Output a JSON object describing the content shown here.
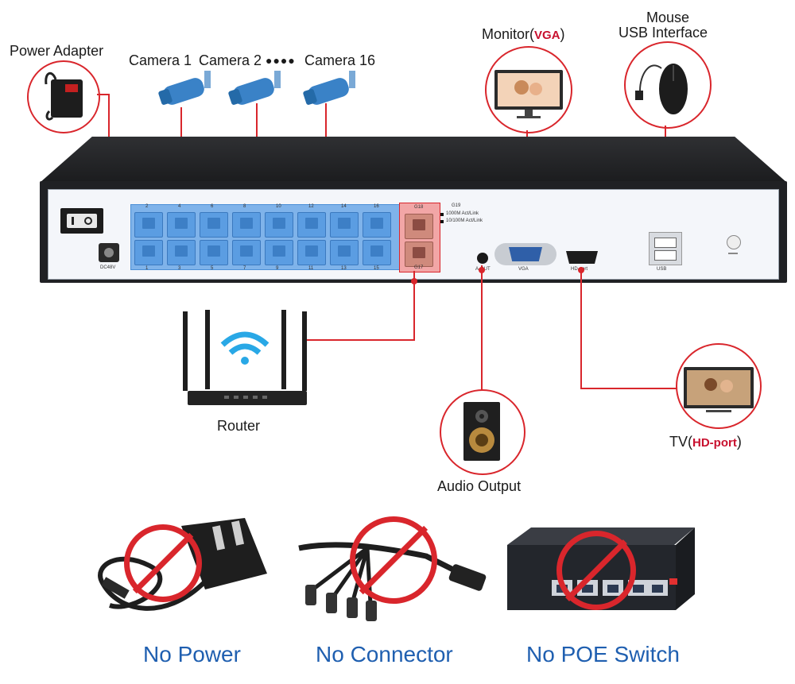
{
  "labels": {
    "power_adapter": "Power Adapter",
    "camera_1": "Camera 1",
    "camera_2": "Camera 2",
    "camera_dots": "●●●●",
    "camera_16": "Camera 16",
    "monitor": "Monitor(",
    "monitor_tag": "VGA",
    "monitor_close": ")",
    "mouse_line1": "Mouse",
    "mouse_line2": "USB Interface",
    "router": "Router",
    "audio_output": "Audio Output",
    "tv": "TV(",
    "tv_tag": "HD-port",
    "tv_close": ")"
  },
  "panel": {
    "dc_label": "DC48V",
    "port_numbers_top": [
      "2",
      "4",
      "6",
      "8",
      "10",
      "12",
      "14",
      "16"
    ],
    "port_numbers_bottom": [
      "1",
      "3",
      "5",
      "7",
      "9",
      "11",
      "13",
      "15"
    ],
    "g18": "G18",
    "g17": "G17",
    "g19": "G19",
    "speed_1000": "1000M Act/Link",
    "speed_100": "10/100M Act/Link",
    "aout": "A-OUT",
    "vga": "VGA",
    "hdport": "HD-port",
    "usb": "USB"
  },
  "not_supported": [
    {
      "label": "No Power",
      "icon": "power-adapter-icon"
    },
    {
      "label": "No Connector",
      "icon": "splitter-cable-icon"
    },
    {
      "label": "No POE Switch",
      "icon": "poe-switch-icon"
    }
  ],
  "colors": {
    "accent_red": "#d9262c",
    "port_blue": "#5b9de2",
    "label_blue": "#1f5fb0"
  }
}
